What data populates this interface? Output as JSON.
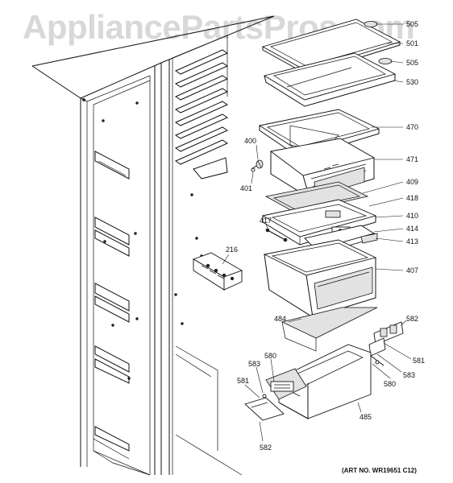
{
  "watermark": "AppliancePartsPros.com",
  "art_number": "(ART NO. WR19651 C12)",
  "part_labels": {
    "p505a": "505",
    "p501": "501",
    "p505b": "505",
    "p530": "530",
    "p470": "470",
    "p400": "400",
    "p471": "471",
    "p401": "401",
    "p409": "409",
    "p418": "418",
    "p417": "417",
    "p410": "410",
    "p414": "414",
    "p413": "413",
    "p216": "216",
    "p407": "407",
    "p484": "484",
    "p582a": "582",
    "p580a": "580",
    "p583a": "583",
    "p581a": "581",
    "p583b": "583",
    "p581b": "581",
    "p580b": "580",
    "p485": "485",
    "p582b": "582"
  }
}
